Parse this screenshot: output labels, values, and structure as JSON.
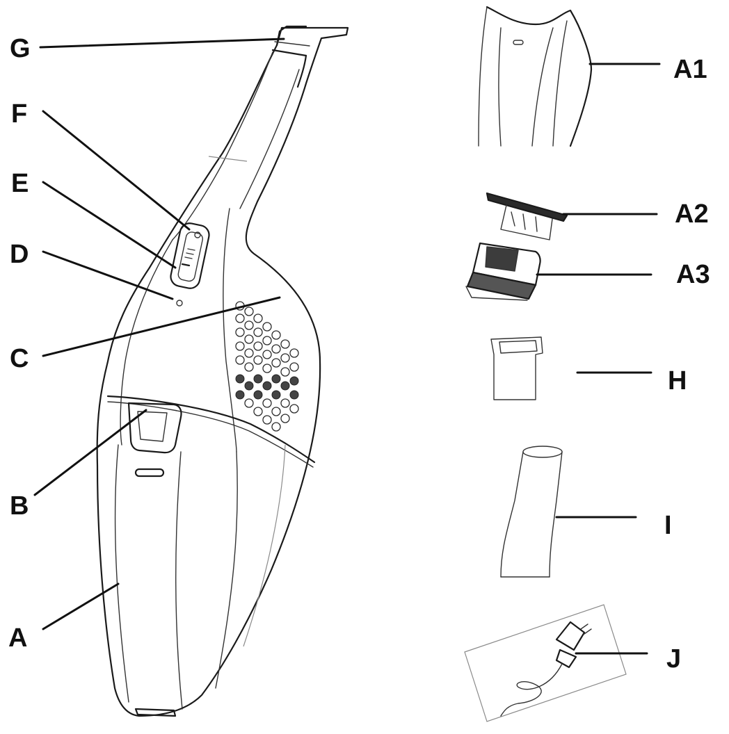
{
  "labels": {
    "G": "G",
    "F": "F",
    "E": "E",
    "D": "D",
    "C": "C",
    "B": "B",
    "A": "A",
    "A1": "A1",
    "A2": "A2",
    "A3": "A3",
    "H": "H",
    "I": "I",
    "J": "J"
  },
  "colors": {
    "line": "#1a1a1a",
    "background": "#ffffff"
  }
}
